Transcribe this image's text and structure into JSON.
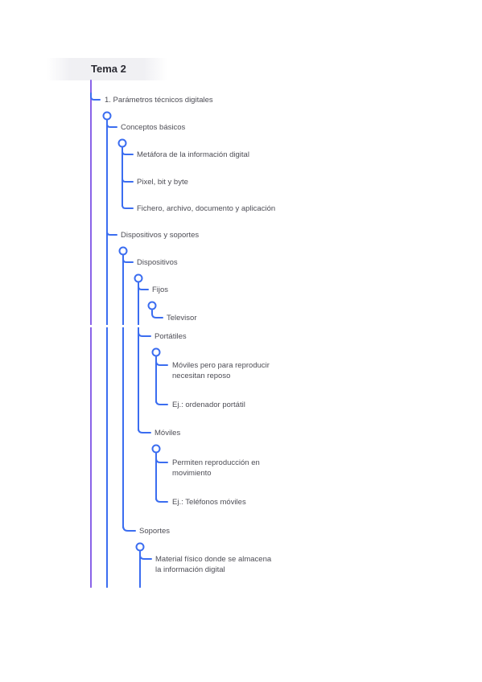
{
  "title": "Tema 2",
  "nodes": {
    "n1": "1. Parámetros técnicos digitales",
    "n2": "Conceptos básicos",
    "n3": "Metáfora de la información digital",
    "n4": "Pixel, bit y byte",
    "n5": "Fichero, archivo, documento y aplicación",
    "n6": "Dispositivos y soportes",
    "n7": "Dispositivos",
    "n8": "Fijos",
    "n9": "Televisor",
    "n10": "Portátiles",
    "n11a": "Móviles pero para reproducir",
    "n11b": "necesitan reposo",
    "n12": "Ej.: ordenador portátil",
    "n13": "Móviles",
    "n14a": "Permiten reproducción en",
    "n14b": "movimiento",
    "n15": "Ej.: Teléfonos móviles",
    "n16": "Soportes",
    "n17a": "Material físico donde se almacena",
    "n17b": "la información digital"
  },
  "colors": {
    "branch": "#3b6df0",
    "root_line": "#8a63e8",
    "text": "#4d4d55",
    "title": "#2b2b33"
  }
}
